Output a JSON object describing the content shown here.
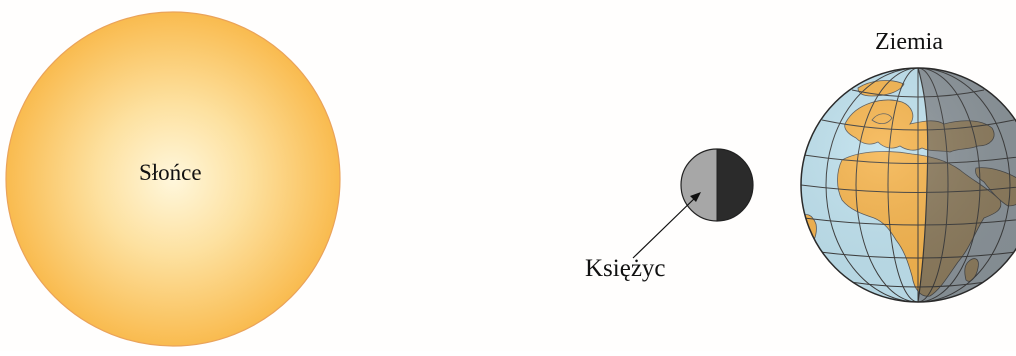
{
  "labels": {
    "sun": "Słońce",
    "moon": "Księżyc",
    "earth": "Ziemia"
  },
  "colors": {
    "sun_center": "#fff6d8",
    "sun_edge": "#f9bb4f",
    "sun_outline": "#e8a050",
    "moon_light": "#a8a8a8",
    "moon_dark": "#2a2a2a",
    "ocean": "#bfe3f0",
    "land": "#f6b44c",
    "night_ocean": "#8a949a",
    "night_land": "#8a7a5e",
    "grid_lines": "#3a3a3a"
  },
  "icons": {
    "sun": "sun-disc",
    "moon": "half-lit-moon",
    "earth": "globe-africa-europe"
  }
}
